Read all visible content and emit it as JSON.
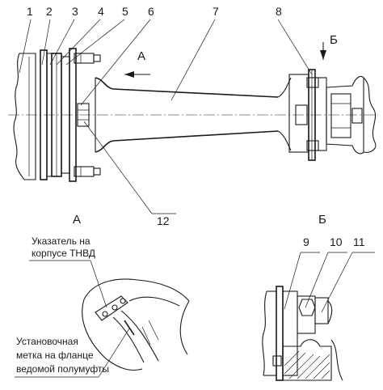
{
  "callouts": [
    "1",
    "2",
    "3",
    "4",
    "5",
    "6",
    "7",
    "8",
    "12",
    "9",
    "10",
    "11"
  ],
  "arrows": {
    "a": "А",
    "b": "Б"
  },
  "views": {
    "a": "А",
    "b": "Б"
  },
  "notes": {
    "pointer_line1": "Указатель на",
    "pointer_line2": "корпусе ТНВД",
    "mark_line1": "Установочная",
    "mark_line2": "метка на фланце",
    "mark_line3": "ведомой полумуфты"
  }
}
